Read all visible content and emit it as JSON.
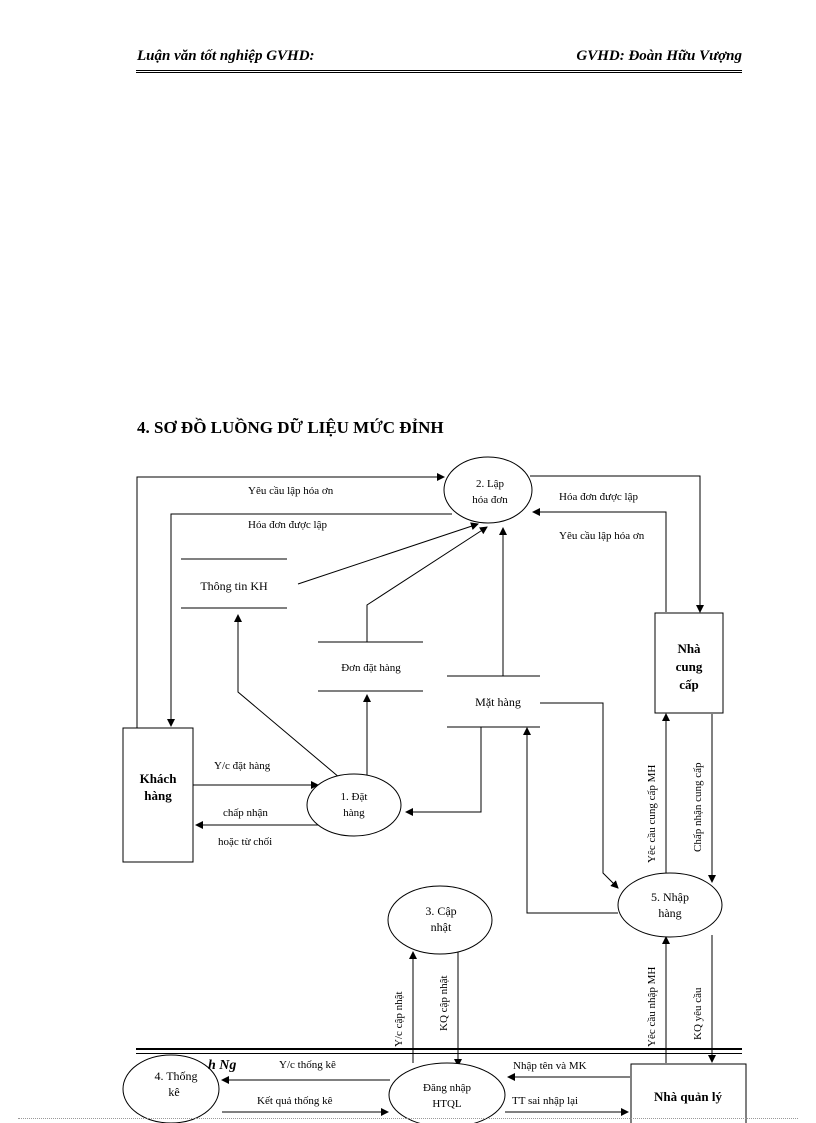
{
  "header": {
    "left": "Luận văn tốt nghiệp GVHD:",
    "right": "GVHD: Đoàn Hữu Vượng"
  },
  "section": {
    "title": "4. SƠ ĐỒ LUỒNG DỮ LIỆU MỨC ĐỈNH"
  },
  "diagram": {
    "processes": {
      "p1": [
        "1. Đặt",
        "hàng"
      ],
      "p2": [
        "2. Lập",
        "hóa đơn"
      ],
      "p3": [
        "3. Cập",
        "nhật"
      ],
      "p4": [
        "4. Thống",
        "kê"
      ],
      "p5": [
        "5. Nhập",
        "hàng"
      ],
      "login": [
        "Đăng nhập",
        "HTQL"
      ]
    },
    "entities": {
      "khach_hang": [
        "Khách",
        "hàng"
      ],
      "nha_cung_cap": [
        "Nhà",
        "cung",
        "cấp"
      ],
      "nha_quan_ly": "Nhà quản lý"
    },
    "stores": {
      "thong_tin_kh": "Thông tin KH",
      "don_dat_hang": "Đơn đặt hàng",
      "mat_hang": "Mặt hàng"
    },
    "flows": {
      "yc_lap_hd_top": "Yêu cầu lập hóa  ơn",
      "hd_duoc_lap_left": "Hóa đơn được lập",
      "hd_duoc_lap_right": "Hóa đơn được lập",
      "yc_lap_hd_right": "Yêu cầu lập hóa  ơn",
      "yc_dat_hang": "Y/c đặt hàng",
      "chap_nhan": "chấp nhận",
      "hoac_tu_choi": "hoặc từ chối",
      "yc_cung_cap_mh": "Yêc cầu cung cấp MH",
      "chap_nhan_cung_cap": "Chấp nhận cung cấp",
      "yc_nhap_mh": "Yêc cầu nhập MH",
      "kq_yeu_cau": "KQ yêu cầu",
      "yc_cap_nhat": "Y/c cập nhật",
      "kq_cap_nhat": "KQ cập nhật",
      "yc_thong_ke": "Y/c thống kê",
      "ket_qua_thong_ke": "Kết quả thống kê",
      "nhap_ten_mk": "Nhập tên và MK",
      "tt_sai": "TT sai  nhập lại"
    }
  },
  "footer": {
    "fragment": "h Ng"
  }
}
